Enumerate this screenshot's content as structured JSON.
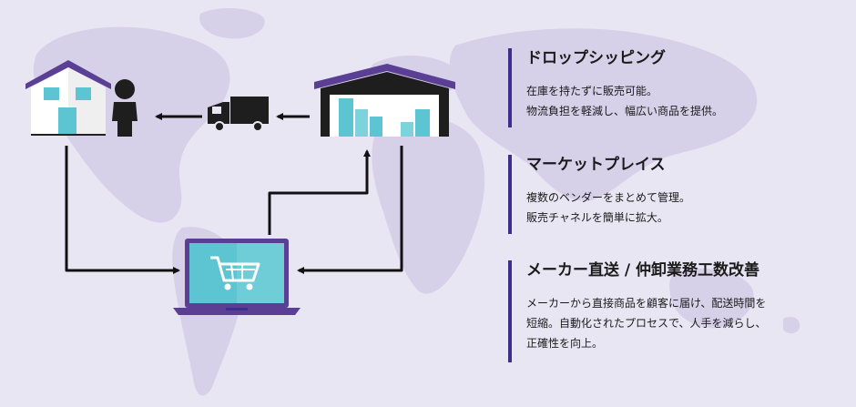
{
  "features": [
    {
      "title": "ドロップシッピング",
      "body": "在庫を持たずに販売可能。\n物流負担を軽減し、幅広い商品を提供。"
    },
    {
      "title": "マーケットプレイス",
      "body": "複数のベンダーをまとめて管理。\n販売チャネルを簡単に拡大。"
    },
    {
      "title": "メーカー直送 / 仲卸業務工数改善",
      "body": "メーカーから直接商品を顧客に届け、配送時間を\n短縮。自動化されたプロセスで、人手を減らし、\n正確性を向上。"
    }
  ],
  "icons": {
    "house": "house-icon",
    "person": "person-icon",
    "truck": "truck-icon",
    "warehouse": "warehouse-icon",
    "laptop": "laptop-cart-icon"
  },
  "colors": {
    "background": "#e9e6f4",
    "map": "#d6d0e8",
    "accent_purple": "#5b3f94",
    "bar": "#3d2f8e",
    "teal": "#5cc5d1",
    "dark": "#1e1e1e"
  }
}
